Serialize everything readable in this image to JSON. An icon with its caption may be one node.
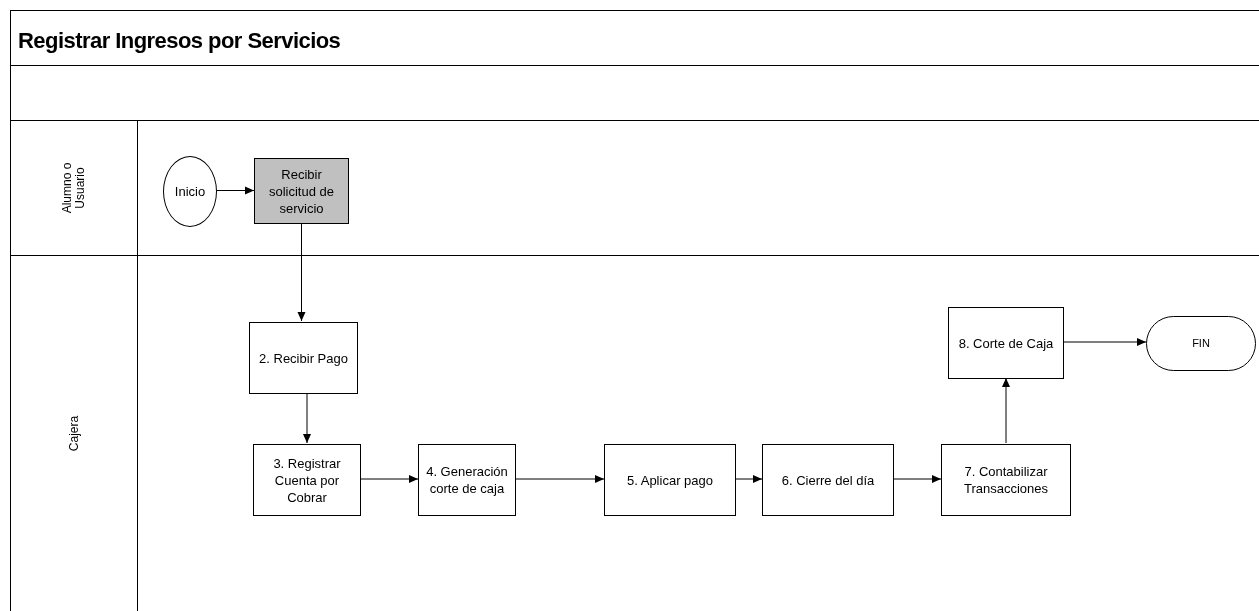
{
  "diagram": {
    "title": "Registrar Ingresos por Servicios",
    "nodes": [
      {
        "text": [
          "Alumno o Usuario"
        ]
      },
      {
        "text": [
          "Inicio"
        ],
        "in": 0
      },
      {
        "text": [
          "Recibir solicitud de servicio"
        ],
        "in": 0
      },
      {
        "text": [
          "Cajera"
        ]
      },
      {
        "text": [
          "2. Recibir Pago"
        ],
        "in": 3
      },
      {
        "text": [
          "3. Registrar Cuenta por Cobrar"
        ],
        "in": 3
      },
      {
        "text": [
          "4. Generación corte de caja"
        ],
        "in": 3
      },
      {
        "text": [
          "5. Aplicar pago"
        ],
        "in": 3
      },
      {
        "text": [
          "6. Cierre del día"
        ],
        "in": 3
      },
      {
        "text": [
          "7. Contabilizar Transacciones"
        ],
        "in": 3
      },
      {
        "text": [
          "8. Corte de Caja"
        ],
        "in": 3
      },
      {
        "text": [
          "FIN"
        ],
        "in": 3
      }
    ],
    "edges": [
      {
        "from": 1,
        "to": 2,
        "arrow": "to"
      },
      {
        "from": 2,
        "to": 4,
        "arrow": "to"
      },
      {
        "from": 4,
        "to": 5,
        "arrow": "to"
      },
      {
        "from": 5,
        "to": 6,
        "arrow": "to"
      },
      {
        "from": 6,
        "to": 7,
        "arrow": "to"
      },
      {
        "from": 7,
        "to": 8,
        "arrow": "to"
      },
      {
        "from": 8,
        "to": 9,
        "arrow": "to"
      },
      {
        "from": 9,
        "to": 10,
        "arrow": "to"
      },
      {
        "from": 10,
        "to": 11,
        "arrow": "to"
      }
    ]
  }
}
